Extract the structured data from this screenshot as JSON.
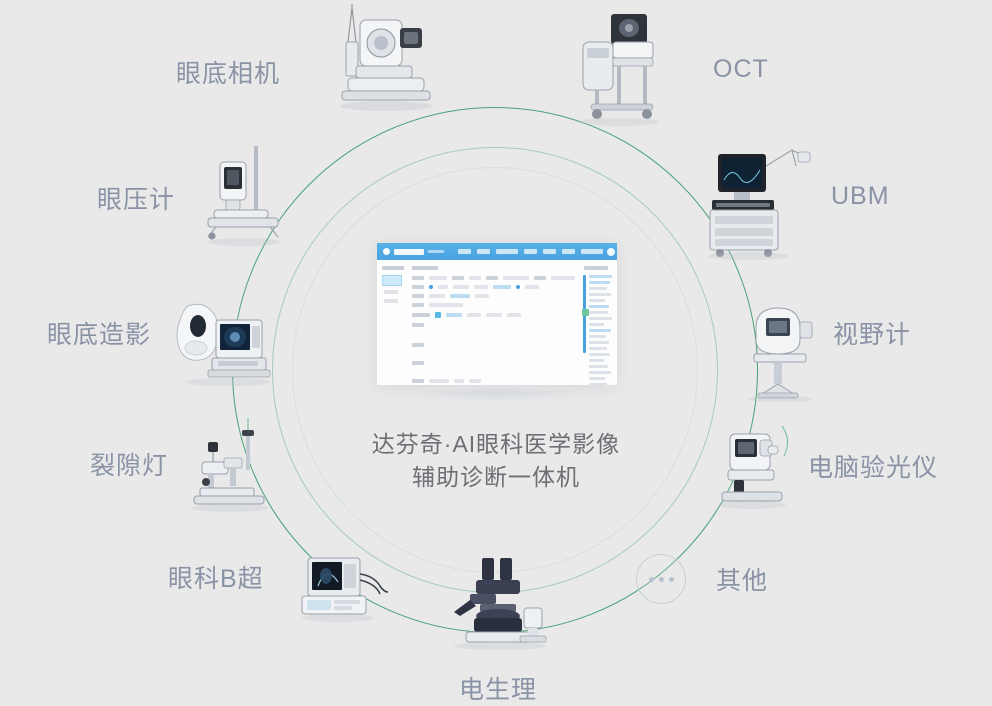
{
  "page": {
    "title_line1": "达芬奇·AI眼科医学影像",
    "title_line2": "辅助诊断一体机",
    "background_color": "#e9e9e9",
    "ring_colors": {
      "outer": "#3f9f72",
      "middle": "#9ec9b4",
      "inner": "#cfe0d7"
    },
    "label_color": "#8a93a6",
    "title_color": "#6e6e74"
  },
  "modalities": [
    {
      "id": "fundus-camera",
      "label": "眼底相机",
      "position": "top-left",
      "device": "fundus-camera-device"
    },
    {
      "id": "oct",
      "label": "OCT",
      "position": "top-right",
      "device": "oct-device"
    },
    {
      "id": "tonometer",
      "label": "眼压计",
      "position": "upper-left",
      "device": "tonometer-device"
    },
    {
      "id": "ubm",
      "label": "UBM",
      "position": "upper-right",
      "device": "ubm-device"
    },
    {
      "id": "fundus-angiography",
      "label": "眼底造影",
      "position": "left",
      "device": "fundus-angiography-device"
    },
    {
      "id": "perimeter",
      "label": "视野计",
      "position": "right",
      "device": "perimeter-device"
    },
    {
      "id": "slit-lamp",
      "label": "裂隙灯",
      "position": "lower-left",
      "device": "slit-lamp-device"
    },
    {
      "id": "auto-refractometer",
      "label": "电脑验光仪",
      "position": "lower-right",
      "device": "auto-refractometer-device"
    },
    {
      "id": "b-scan-ultrasound",
      "label": "眼科B超",
      "position": "bottom-left",
      "device": "b-scan-device"
    },
    {
      "id": "other",
      "label": "其他",
      "position": "bottom-right",
      "device": "ellipsis-badge"
    },
    {
      "id": "electrophysiology",
      "label": "电生理",
      "position": "bottom",
      "device": "electrophysiology-device"
    }
  ],
  "other_badge": {
    "icon": "ellipsis-icon",
    "dots": 3
  },
  "monitor": {
    "name": "central-console-screen",
    "header_color": "#4aa3e0",
    "screen_color": "#fdfdfd",
    "content": "blurred ophthalmic imaging workstation software interface"
  }
}
